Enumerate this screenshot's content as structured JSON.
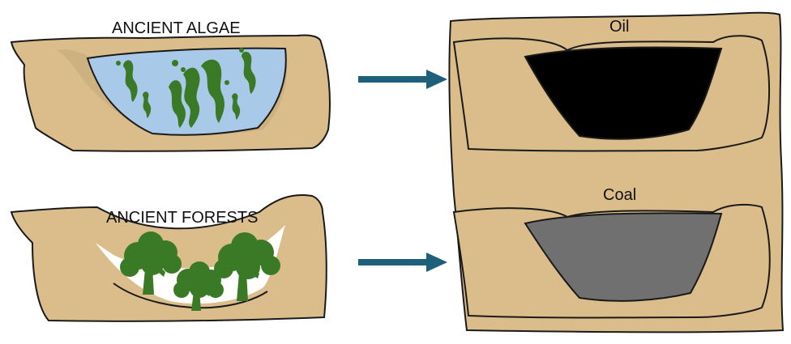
{
  "labels": {
    "ancient_algae": "ANCIENT ALGAE",
    "ancient_forests": "ANCIENT FORESTS",
    "oil": "Oil",
    "coal": "Coal"
  },
  "colors": {
    "soil": "#dbbd8c",
    "water": "#a9c9e9",
    "plant_green": "#3a7a27",
    "arrow": "#1e5f7c",
    "oil": "#000000",
    "coal": "#707070",
    "outline": "#1a1a1a"
  }
}
